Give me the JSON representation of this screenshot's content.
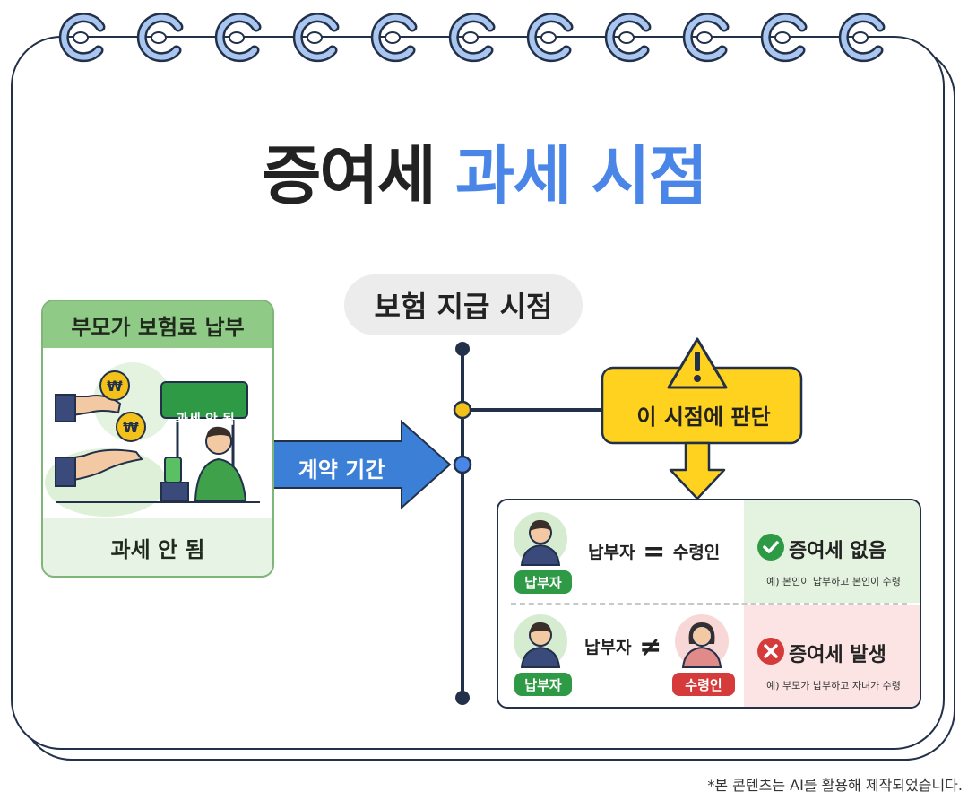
{
  "title": {
    "part1": "증여세",
    "part2": "과세 시점"
  },
  "timeline": {
    "label": "보험 지급 시점"
  },
  "left_card": {
    "header": "부모가 보험료 납부",
    "sign_text": "과세 안 됨",
    "footer": "과세 안 됨"
  },
  "arrow": {
    "label": "계약 기간"
  },
  "judgment": {
    "label": "이 시점에 판단"
  },
  "results": [
    {
      "payer_badge": "납부자",
      "relation_left": "납부자",
      "operator": "=",
      "relation_right": "수령인",
      "result": "증여세 없음",
      "example": "예) 본인이 납부하고 본인이 수령"
    },
    {
      "payer_badge": "납부자",
      "relation_left": "납부자",
      "operator": "≠",
      "receiver_badge": "수령인",
      "result": "증여세 발생",
      "example": "예) 부모가 납부하고 자녀가 수령"
    }
  ],
  "footnote": "*본 콘텐츠는 AI를 활용해 제작되었습니다.",
  "colors": {
    "accent_blue": "#4a86e8",
    "green": "#2f9a46",
    "red": "#d63b3b",
    "warning_yellow": "#ffd21f",
    "navy": "#223049"
  }
}
